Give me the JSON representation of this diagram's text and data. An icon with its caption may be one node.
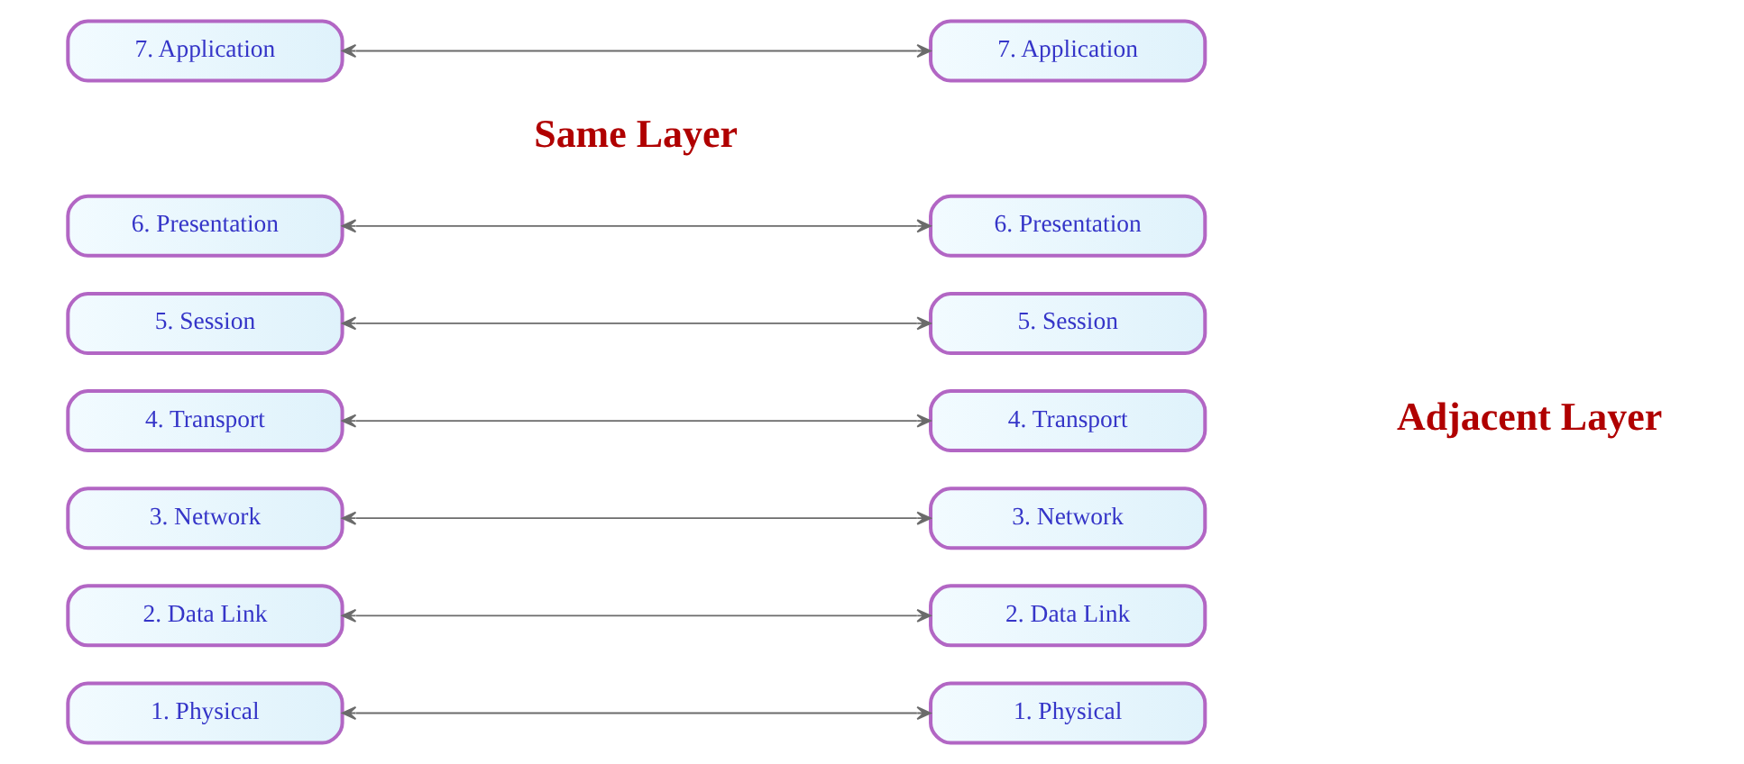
{
  "diagram": {
    "nodes": [
      {
        "text": [
          "7. Application"
        ]
      },
      {
        "text": [
          "6. Presentation"
        ]
      },
      {
        "text": [
          "5. Session"
        ]
      },
      {
        "text": [
          "4. Transport"
        ]
      },
      {
        "text": [
          "3. Network"
        ]
      },
      {
        "text": [
          "2. Data Link"
        ]
      },
      {
        "text": [
          "1. Physical"
        ]
      },
      {
        "text": [
          "7. Application"
        ]
      },
      {
        "text": [
          "6. Presentation"
        ]
      },
      {
        "text": [
          "5. Session"
        ]
      },
      {
        "text": [
          "4. Transport"
        ]
      },
      {
        "text": [
          "3. Network"
        ]
      },
      {
        "text": [
          "2. Data Link"
        ]
      },
      {
        "text": [
          "1. Physical"
        ]
      }
    ],
    "edges": [
      {
        "from": 0,
        "to": 7,
        "arrow": "both"
      },
      {
        "from": 1,
        "to": 8,
        "arrow": "both"
      },
      {
        "from": 2,
        "to": 9,
        "arrow": "both"
      },
      {
        "from": 3,
        "to": 10,
        "arrow": "both"
      },
      {
        "from": 4,
        "to": 11,
        "arrow": "both"
      },
      {
        "from": 5,
        "to": 12,
        "arrow": "both"
      },
      {
        "from": 6,
        "to": 13,
        "arrow": "both"
      }
    ],
    "labels": [
      "Same Layer",
      "Adjacent Layer"
    ]
  }
}
